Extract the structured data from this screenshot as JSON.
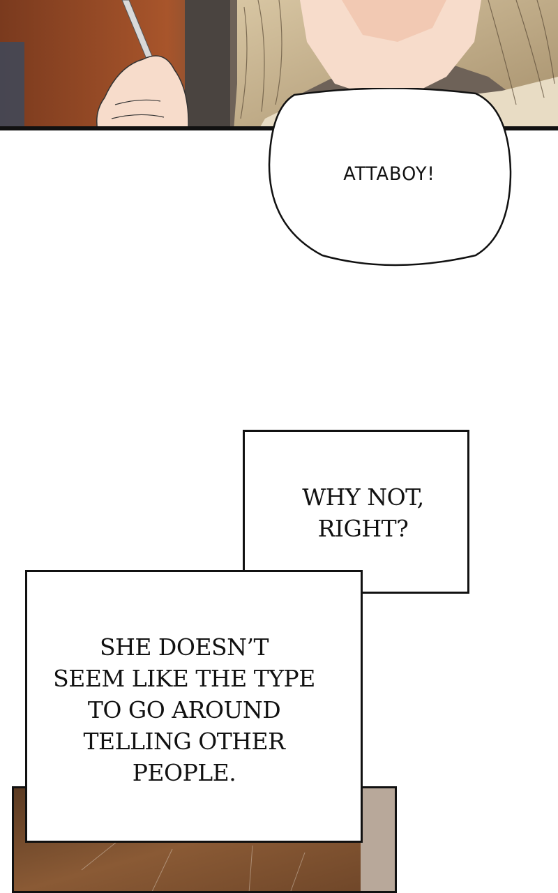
{
  "panels": {
    "top": {
      "description_icon": "woman-holding-fork-illustration"
    },
    "bottom": {
      "description_icon": "wooden-interior-illustration"
    }
  },
  "dialogue": {
    "speech_bubble": "ATTABOY!",
    "caption_1": "WHY NOT,\nRIGHT?",
    "caption_2": "SHE DOESN’T\nSEEM LIKE THE TYPE\nTO GO AROUND\nTELLING OTHER\nPEOPLE."
  },
  "colors": {
    "panel_border": "#111111",
    "skin": "#f7dccb",
    "hair": "#c9b48f",
    "wood": "#8a5a35"
  }
}
